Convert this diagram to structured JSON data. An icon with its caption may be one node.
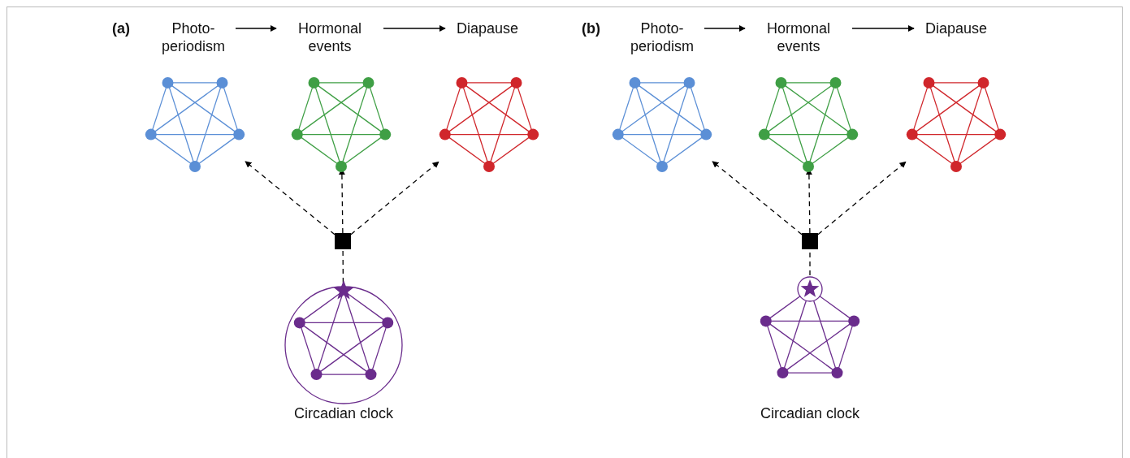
{
  "diagram": {
    "nodes": [
      {
        "text": [
          "Photo-periodism"
        ]
      },
      {
        "text": [
          "Hormonal events"
        ]
      },
      {
        "text": [
          "Diapause"
        ]
      },
      {
        "text": [],
        "shape": "picture"
      },
      {
        "text": [],
        "shape": "picture"
      },
      {
        "text": [],
        "shape": "picture"
      },
      {
        "text": [],
        "shape": "box"
      },
      {
        "text": [],
        "shape": "picture",
        "beside": [
          "Circadian clock"
        ]
      },
      {
        "text": [
          "Photo-periodism"
        ]
      },
      {
        "text": [
          "Hormonal events"
        ]
      },
      {
        "text": [
          "Diapause"
        ]
      },
      {
        "text": [],
        "shape": "picture"
      },
      {
        "text": [],
        "shape": "picture"
      },
      {
        "text": [],
        "shape": "picture"
      },
      {
        "text": [],
        "shape": "box"
      },
      {
        "text": [],
        "shape": "picture",
        "beside": [
          "Circadian clock"
        ]
      }
    ],
    "edges": [
      {
        "from": 0,
        "to": 1,
        "arrow": "to"
      },
      {
        "from": 1,
        "to": 2,
        "arrow": "to"
      },
      {
        "from": 6,
        "to": 3,
        "arrow": "to",
        "style": "dashed"
      },
      {
        "from": 6,
        "to": 4,
        "arrow": "to",
        "style": "dashed"
      },
      {
        "from": 6,
        "to": 5,
        "arrow": "to",
        "style": "dashed"
      },
      {
        "from": 7,
        "to": 6,
        "arrow": "none",
        "style": "dashed"
      },
      {
        "from": 8,
        "to": 9,
        "arrow": "to"
      },
      {
        "from": 9,
        "to": 10,
        "arrow": "to"
      },
      {
        "from": 14,
        "to": 11,
        "arrow": "to",
        "style": "dashed"
      },
      {
        "from": 14,
        "to": 12,
        "arrow": "to",
        "style": "dashed"
      },
      {
        "from": 14,
        "to": 13,
        "arrow": "to",
        "style": "dashed"
      },
      {
        "from": 15,
        "to": 14,
        "arrow": "none",
        "style": "dashed"
      }
    ],
    "labels": [
      "(a)",
      "(b)"
    ]
  }
}
